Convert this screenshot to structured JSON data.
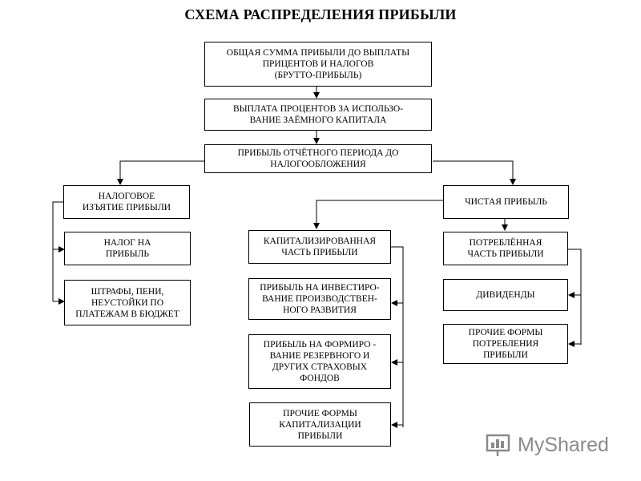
{
  "title": "СХЕМА РАСПРЕДЕЛЕНИЯ ПРИБЫЛИ",
  "boxes": {
    "gross": "ОБЩАЯ СУММА ПРИБЫЛИ  ДО ВЫПЛАТЫ\nПРИЦЕНТОВ И НАЛОГОВ\n(БРУТТО-ПРИБЫЛЬ)",
    "interest": "ВЫПЛАТА ПРОЦЕНТОВ ЗА ИСПОЛЬЗО-\nВАНИЕ ЗАЁМНОГО КАПИТАЛА",
    "pretax": "ПРИБЫЛЬ ОТЧЁТНОГО ПЕРИОДА ДО\nНАЛОГООБЛОЖЕНИЯ",
    "tax_withdrawal": "НАЛОГОВОЕ\nИЗЪЯТИЕ ПРИБЫЛИ",
    "profit_tax": "НАЛОГ НА\nПРИБЫЛЬ",
    "fines": "ШТРАФЫ, ПЕНИ,\nНЕУСТОЙКИ ПО\nПЛАТЕЖАМ В БЮДЖЕТ",
    "net_profit": "ЧИСТАЯ ПРИБЫЛЬ",
    "capitalized": "КАПИТАЛИЗИРОВАННАЯ\nЧАСТЬ ПРИБЫЛИ",
    "investment": "ПРИБЫЛЬ НА ИНВЕСТИРО-\nВАНИЕ ПРОИЗВОДСТВЕН-\nНОГО РАЗВИТИЯ",
    "reserve": "ПРИБЫЛЬ НА ФОРМИРО -\nВАНИЕ РЕЗЕРВНОГО И\nДРУГИХ СТРАХОВЫХ\nФОНДОВ",
    "other_cap": "ПРОЧИЕ ФОРМЫ\nКАПИТАЛИЗАЦИИ\nПРИБЫЛИ",
    "consumed": "ПОТРЕБЛЁННАЯ\nЧАСТЬ ПРИБЫЛИ",
    "dividends": "ДИВИДЕНДЫ",
    "other_cons": "ПРОЧИЕ ФОРМЫ\nПОТРЕБЛЕНИЯ\nПРИБЫЛИ"
  },
  "watermark": "MyShared"
}
